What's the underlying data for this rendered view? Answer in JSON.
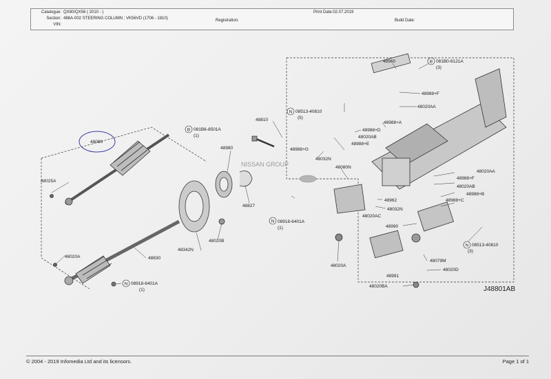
{
  "header": {
    "catalogue_label": "Catalogue:",
    "catalogue_value": "QX80/QX56 ( 2010 - )",
    "section_label": "Section:",
    "section_value": "488A-002 STEERING COLUMN ; VK56VD (1706 - 1810)",
    "vin_label": "VIN:",
    "print_date": "Print Date:02.07.2019",
    "registration_label": "Registration:",
    "build_date_label": "Build Date:"
  },
  "diagram": {
    "code": "J48801AB",
    "watermark": "NISSAN GROUP",
    "parts": {
      "p48960": "48960",
      "p081B06121A": "081B0-6121A",
      "p081B06121A_qty": "(3)",
      "p48988F": "48988+F",
      "p48020AA_top": "48020AA",
      "p08513_40810_top": "08513-40810",
      "p08513_40810_top_qty": "(5)",
      "p48810": "48810",
      "p48988A": "48988+A",
      "p48988D": "48988+D",
      "p48020AB_mid": "48020AB",
      "p48988E": "48988+E",
      "p48988G": "48988+G",
      "p48032N_top": "48032N",
      "p081B68501A": "081B6-8501A",
      "p081B68501A_qty": "(1)",
      "p48980": "48980",
      "p48080N": "48080N",
      "p48827": "48827",
      "p48080": "48080",
      "p48025A": "48025A",
      "p48020AA_right": "48020AA",
      "p48988F_right": "48988+F",
      "p48020AB_right": "48020AB",
      "p48988B": "48988+B",
      "p48962": "48962",
      "p48032N_mid": "48032N",
      "p48020AC": "48020AC",
      "p48988C": "48988+C",
      "p08918_6401A_mid": "08918-6401A",
      "p08918_6401A_mid_qty": "(1)",
      "p48990": "48990",
      "p48342N": "48342N",
      "p48020B": "48020B",
      "p08513_40810_right": "08513-40810",
      "p08513_40810_right_qty": "(3)",
      "p48020A_mid": "48020A",
      "p48830": "48830",
      "p48020A_left": "48020A",
      "p48079M": "48079M",
      "p48020D": "48020D",
      "p48991": "48991",
      "p08918_6401A_bot": "08918-6401A",
      "p08918_6401A_bot_qty": "(1)",
      "p48020BA": "48020BA",
      "circle_B": "B",
      "circle_N": "N"
    }
  },
  "footer": {
    "copyright": "© 2004 - 2019 Infomedia Ltd and its licensors.",
    "page": "Page 1 of 1"
  }
}
